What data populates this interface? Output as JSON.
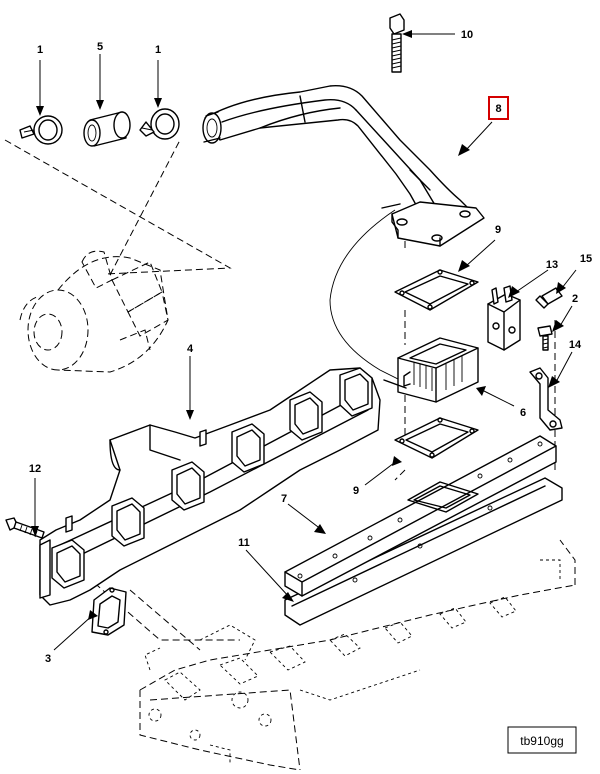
{
  "callouts": {
    "c1a": "1",
    "c5": "5",
    "c1b": "1",
    "c10": "10",
    "c8": "8",
    "c9a": "9",
    "c13": "13",
    "c15": "15",
    "c2": "2",
    "c14": "14",
    "c4": "4",
    "c6": "6",
    "c12": "12",
    "c9b": "9",
    "c7": "7",
    "c11": "11",
    "c3": "3"
  },
  "highlight_color": "#d40000",
  "reference_code": "tb910gg"
}
